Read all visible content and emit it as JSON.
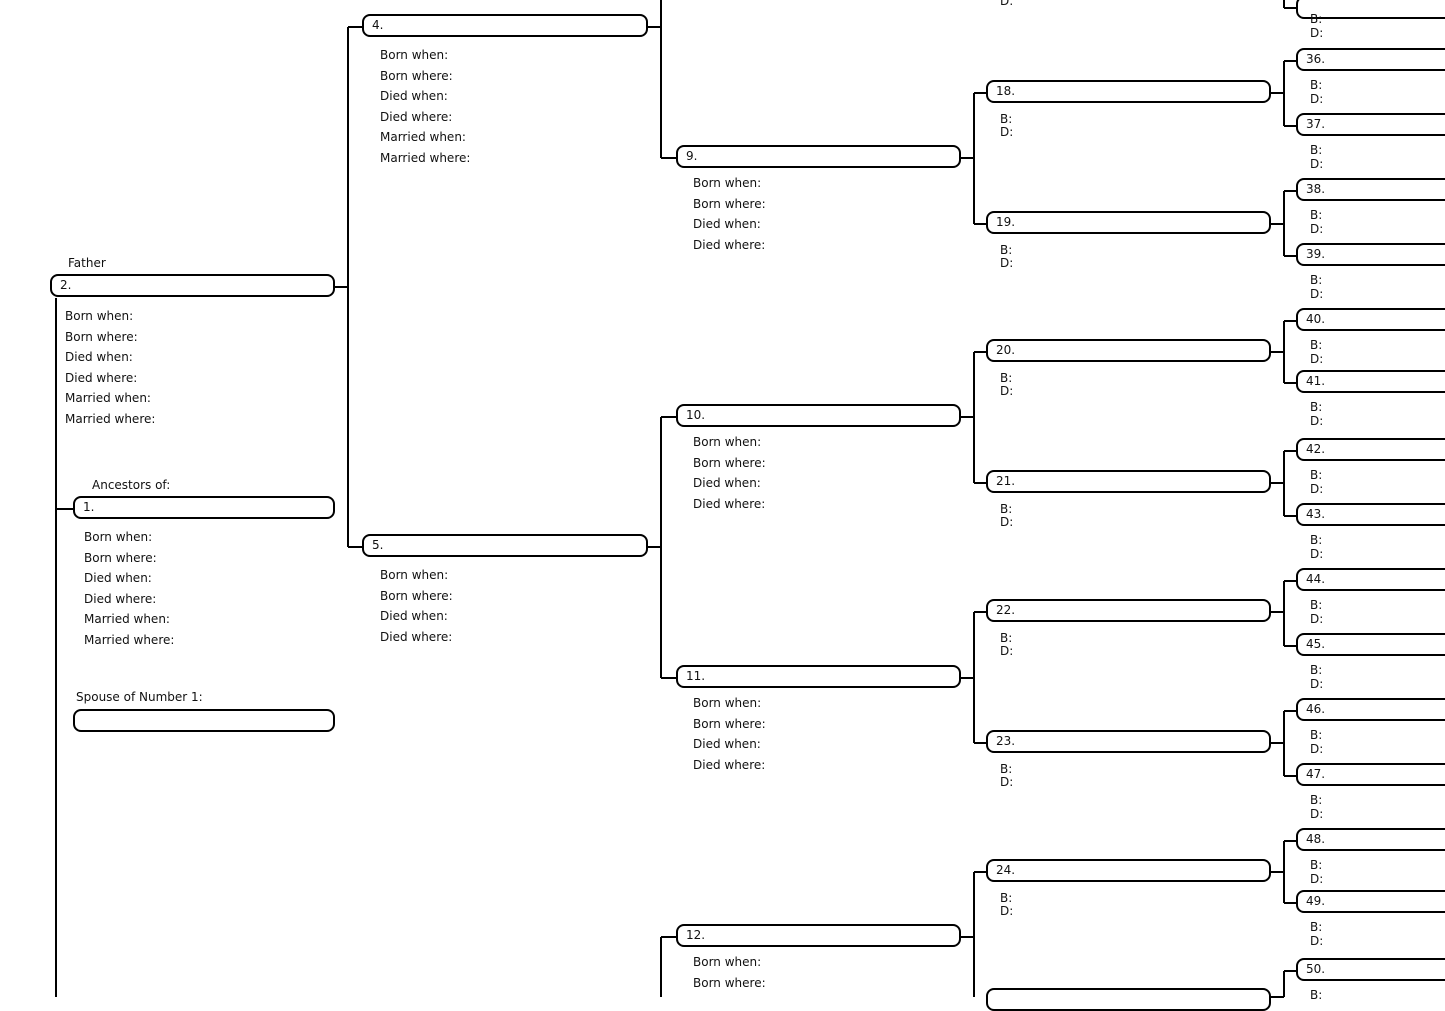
{
  "texts": {
    "father": "Father",
    "ancestors_of": "Ancestors of:",
    "spouse_of": "Spouse of Number 1:"
  },
  "full_fields": [
    "Born when:",
    "Born where:",
    "Died when:",
    "Died where:",
    "Married when:",
    "Married where:"
  ],
  "short_fields": [
    "Born when:",
    "Born where:",
    "Died when:",
    "Died where:"
  ],
  "mini_fields": [
    "B:",
    "D:"
  ],
  "persons": {
    "p1": "1.",
    "p2": "2.",
    "p4": "4.",
    "p5": "5.",
    "p9": "9.",
    "p10": "10.",
    "p11": "11.",
    "p12": "12.",
    "p18": "18.",
    "p19": "19.",
    "p20": "20.",
    "p21": "21.",
    "p22": "22.",
    "p23": "23.",
    "p24": "24.",
    "p36": "36.",
    "p37": "37.",
    "p38": "38.",
    "p39": "39.",
    "p40": "40.",
    "p41": "41.",
    "p42": "42.",
    "p43": "43.",
    "p44": "44.",
    "p45": "45.",
    "p46": "46.",
    "p47": "47.",
    "p48": "48.",
    "p49": "49.",
    "p50": "50.",
    "spouse": ""
  }
}
